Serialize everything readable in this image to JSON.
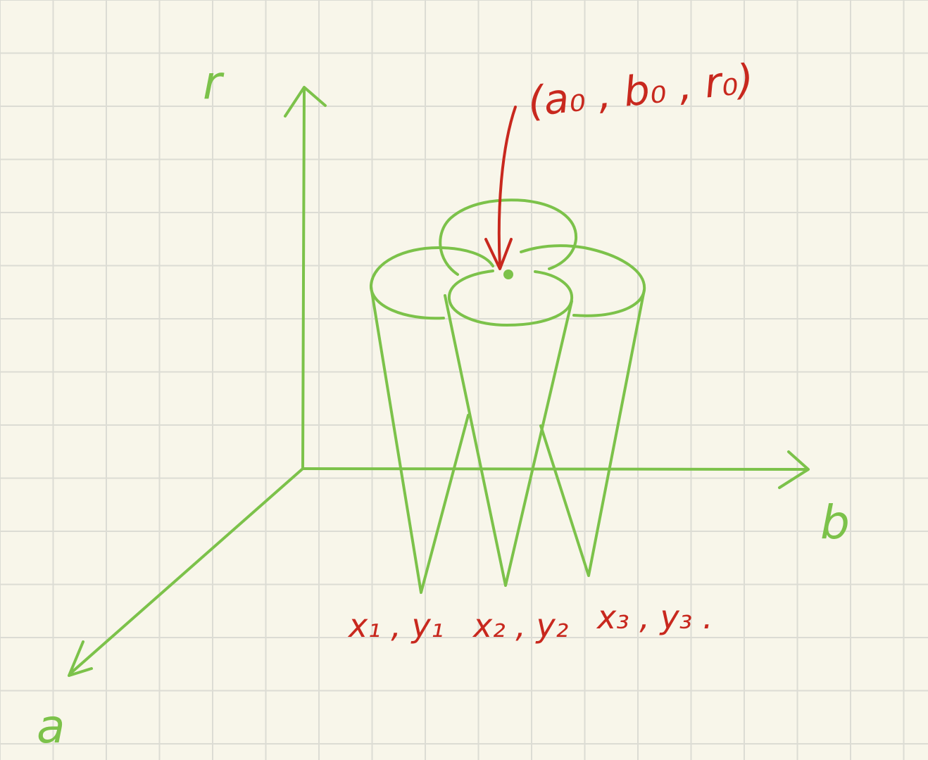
{
  "diagram": {
    "axes": {
      "vertical": "r",
      "horizontal": "b",
      "depth": "a"
    },
    "cone_apex_labels": [
      "x₁ , y₁",
      "x₂ , y₂",
      "x₃ , y₃ ."
    ],
    "intersection_label": "(a₀ , b₀ , r₀)"
  },
  "colors": {
    "ink_green": "#7cc24a",
    "ink_red": "#c8281e",
    "paper": "#f8f6ea",
    "grid": "#dcdcd4"
  }
}
